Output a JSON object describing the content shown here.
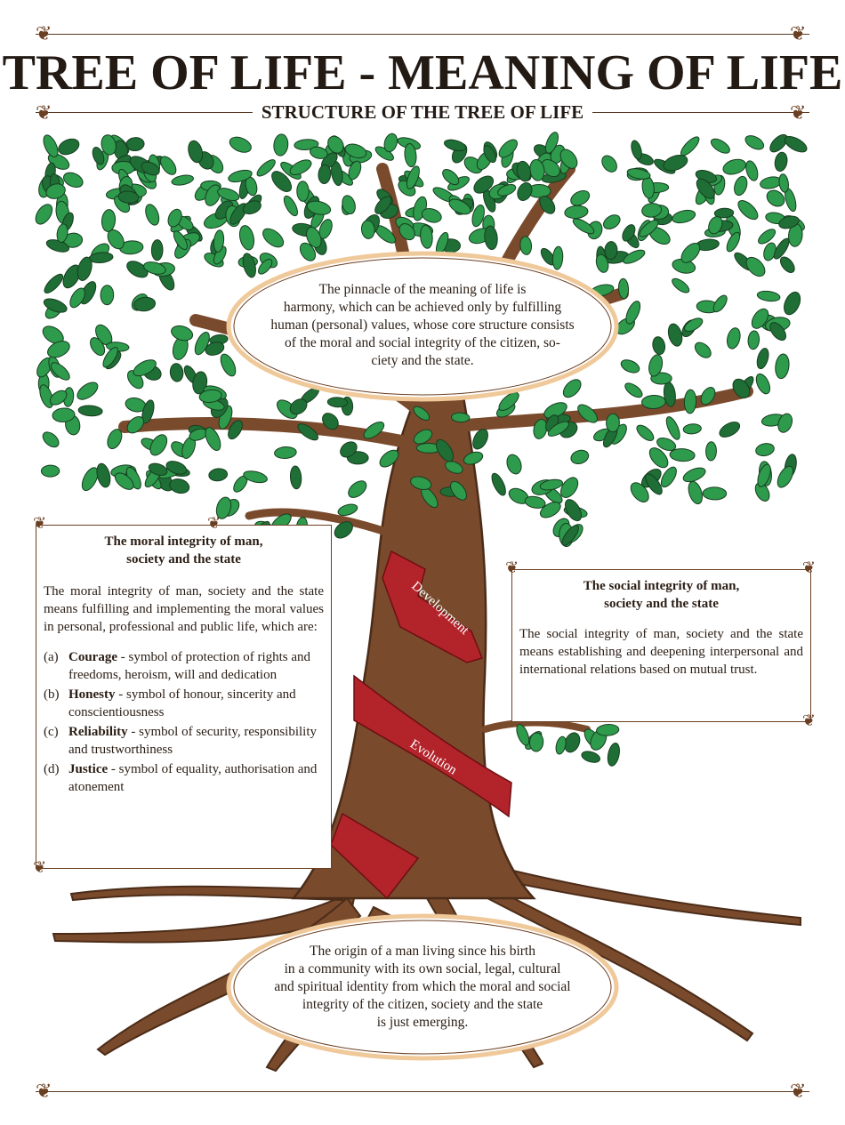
{
  "header": {
    "title": "TREE OF LIFE - MEANING OF LIFE",
    "subtitle": "STRUCTURE OF THE TREE OF LIFE"
  },
  "crown": {
    "lines": [
      "The pinnacle of the meaning of life is",
      "harmony, which can be achieved only by fulfilling",
      "human (personal) values, whose core structure consists",
      "of the moral and social integrity of the citizen, so-",
      "ciety and the state."
    ]
  },
  "moral_panel": {
    "heading_line1": "The moral integrity of man,",
    "heading_line2": "society and the state",
    "body": "The moral integrity of man, society and the state means fulfilling and implementing the moral values in personal, professional and public life, which are:",
    "items": [
      {
        "mark": "(a)",
        "term": "Courage",
        "text": " - symbol of protection of rights and freedoms, heroism, will and dedication"
      },
      {
        "mark": "(b)",
        "term": "Honesty",
        "text": " - symbol of honour, sincerity and conscientiousness"
      },
      {
        "mark": "(c)",
        "term": "Reliability",
        "text": " - symbol of security, responsibility and trustworthiness"
      },
      {
        "mark": "(d)",
        "term": "Justice",
        "text": " - symbol of equality, authorisation and atonement"
      }
    ]
  },
  "social_panel": {
    "heading_line1": "The social integrity of man,",
    "heading_line2": "society and the state",
    "body": "The social integrity of man, society and the state means establishing and deepening interpersonal and international relations based on mutual trust."
  },
  "ribbons": {
    "upper": "Development",
    "lower": "Evolution"
  },
  "roots": {
    "lines": [
      "The origin of a man living since his birth",
      "in a community with its own social, legal, cultural",
      "and spiritual identity from which the moral and social",
      "integrity of the citizen, society and the state",
      "is just emerging."
    ]
  },
  "colors": {
    "bark": "#7a4a2c",
    "bark_dark": "#4b2c18",
    "leaf": "#2e9a4c",
    "leaf_dark": "#1f6e35",
    "ribbon": "#b3232a",
    "oval_ring": "#f0c99a"
  }
}
